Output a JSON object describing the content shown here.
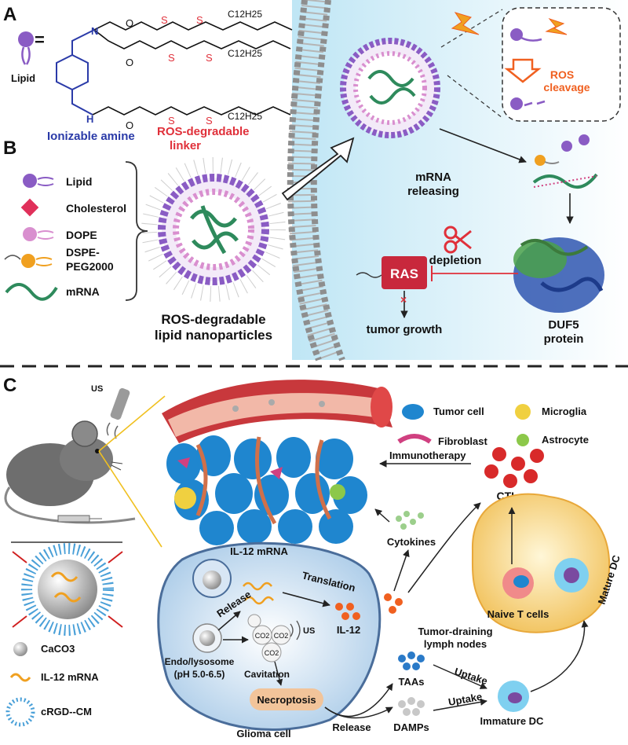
{
  "panel_a": {
    "letter": "A",
    "lipid_label": "Lipid",
    "equals": "=",
    "chain_label": "O",
    "chain_sub": "C12H25",
    "ionizable_amine": "Ionizable amine",
    "ros_linker": [
      "ROS-degradable",
      "linker"
    ],
    "ros_cleavage": [
      "ROS",
      "cleavage"
    ]
  },
  "panel_b": {
    "letter": "B",
    "legend": [
      "Lipid",
      "Cholesterol",
      "DOPE",
      "DSPE-",
      "PEG2000",
      "mRNA"
    ],
    "nanoparticle_label": [
      "ROS-degradable",
      "lipid nanoparticles"
    ],
    "mrna_releasing": [
      "mRNA",
      "releasing"
    ],
    "ras": "RAS",
    "depletion": "depletion",
    "tumor_growth": "tumor growth",
    "duf5": [
      "DUF5",
      "protein"
    ]
  },
  "panel_c": {
    "letter": "C",
    "us": "US",
    "legend_right": [
      "Tumor cell",
      "Microglia",
      "Fibroblast",
      "Astrocyte"
    ],
    "legend_left": [
      "CaCO3",
      "IL-12 mRNA",
      "cRGD--CM"
    ],
    "immunotherapy": "Immunotherapy",
    "ctls": "CTLs",
    "cytokines": "Cytokines",
    "il12_mrna": "IL-12 mRNA",
    "translation": "Translation",
    "release": "Release",
    "us2": "US",
    "il12": "IL-12",
    "co2": "CO2",
    "endo": [
      "Endo/lysosome",
      "(pH 5.0-6.5)"
    ],
    "cavitation": "Cavitation",
    "necroptosis": "Necroptosis",
    "glioma": "Glioma cell",
    "release2": "Release",
    "taas": "TAAs",
    "damps": "DAMPs",
    "uptake1": "Uptake",
    "uptake2": "Uptake",
    "immature_dc": "Immature DC",
    "naive_t": "Naive T cells",
    "mature_dc": "Mature DC",
    "lymph": [
      "Tumor-draining",
      "lymph nodes"
    ]
  },
  "colors": {
    "lipid_purple": "#8a5cc4",
    "cholesterol_red": "#e0305a",
    "dope_pink": "#d98fcf",
    "peg_orange": "#f0a020",
    "amine_blue": "#2a3aa8",
    "linker_red": "#e0303a",
    "cleavage_orange": "#f06020",
    "ras_red": "#c8283c",
    "tumor_blue": "#1f86cf"
  }
}
